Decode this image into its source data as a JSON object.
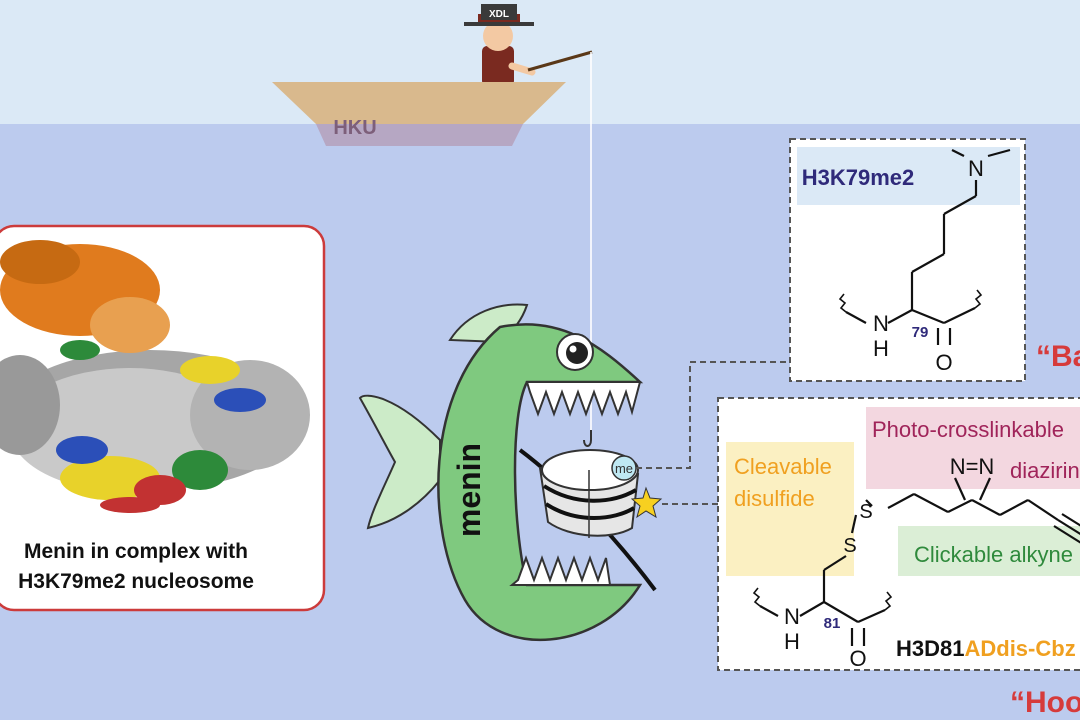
{
  "boat": {
    "hat_label": "XDL",
    "boat_label": "HKU"
  },
  "fish": {
    "label": "menin",
    "me_label": "me"
  },
  "structure_panel": {
    "caption_line1": "Menin in complex with",
    "caption_line2": "H3K79me2 nucleosome"
  },
  "bait_box": {
    "title": "H3K79me2",
    "residue_number": "79",
    "atom_n_top": "N",
    "atom_n_backbone": "N",
    "atom_h": "H",
    "atom_o": "O"
  },
  "hook_box": {
    "residue_number": "81",
    "atom_n_backbone": "N",
    "atom_h": "H",
    "atom_o": "O",
    "atom_s1": "S",
    "atom_s2": "S",
    "diazirine_nn": "N=N",
    "cleavable_line1": "Cleavable",
    "cleavable_line2": "disulfide",
    "photo_line1": "Photo-crosslinkable",
    "photo_line2": "diazirine",
    "click_label": "Clickable alkyne",
    "probe_prefix": "H3D81",
    "probe_suffix": "ADdis-Cbz"
  },
  "side_labels": {
    "bait": "“Bait”",
    "hook": "“Hook”"
  },
  "colors": {
    "sky": "#dbe9f6",
    "water": "#bccbee",
    "fish_green": "#7fc97f",
    "red_accent": "#d63b3b",
    "title_purple": "#2f2a7a",
    "orange_text": "#f0a020",
    "photo_text": "#a0245a",
    "click_text": "#2f8a3c"
  }
}
